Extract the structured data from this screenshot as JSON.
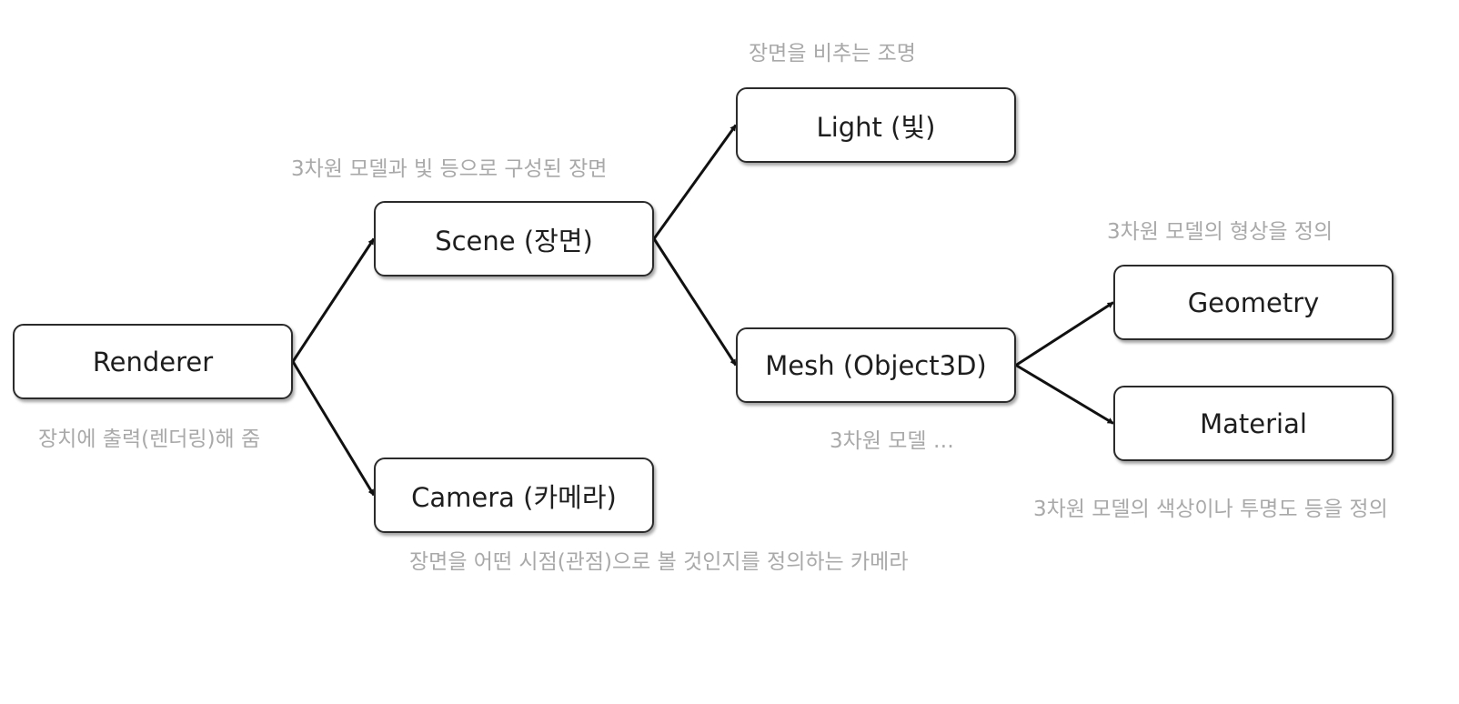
{
  "nodes": {
    "renderer": "Renderer",
    "scene": "Scene (장면)",
    "camera": "Camera (카메라)",
    "light": "Light (빛)",
    "mesh": "Mesh (Object3D)",
    "geometry": "Geometry",
    "material": "Material"
  },
  "descriptions": {
    "renderer": "장치에 출력(렌더링)해 줌",
    "scene": "3차원 모델과 빛 등으로 구성된 장면",
    "camera": "장면을 어떤 시점(관점)으로 볼 것인지를 정의하는 카메라",
    "light": "장면을 비추는 조명",
    "mesh": "3차원 모델 …",
    "geometry": "3차원 모델의 형상을 정의",
    "material": "3차원 모델의 색상이나 투명도 등을 정의"
  },
  "edges": [
    {
      "from": "renderer",
      "to": "scene"
    },
    {
      "from": "renderer",
      "to": "camera"
    },
    {
      "from": "scene",
      "to": "light"
    },
    {
      "from": "scene",
      "to": "mesh"
    },
    {
      "from": "mesh",
      "to": "geometry"
    },
    {
      "from": "mesh",
      "to": "material"
    }
  ],
  "colors": {
    "edge": "#111111",
    "node_border": "#2b2b2b",
    "node_text": "#1e1e1e",
    "note_text": "#a9a9a9"
  }
}
